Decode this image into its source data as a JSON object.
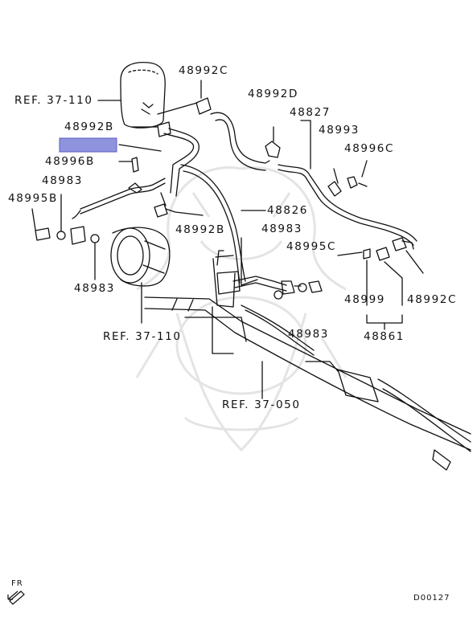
{
  "labels": {
    "ref_37_110_top": "REF. 37-110",
    "p48992C_top": "48992C",
    "p48992D": "48992D",
    "p48827": "48827",
    "p48992B_a": "48992B",
    "p48993": "48993",
    "p48996C": "48996C",
    "p48996B": "48996B",
    "p48983_a": "48983",
    "p48995B": "48995B",
    "p48826": "48826",
    "p48992B_b": "48992B",
    "p48983_b": "48983",
    "p48995C": "48995C",
    "p48983_c": "48983",
    "p48999": "48999",
    "p48992C_right": "48992C",
    "ref_37_110_mid": "REF. 37-110",
    "p48983_d": "48983",
    "p48861": "48861",
    "ref_37_050": "REF. 37-050",
    "fr": "FR",
    "diagram_id": "D00127"
  },
  "colors": {
    "line": "#111111",
    "highlight_fill": "#8f92dd",
    "highlight_border": "#5a5fbf",
    "watermark": "#e6e6e6"
  }
}
